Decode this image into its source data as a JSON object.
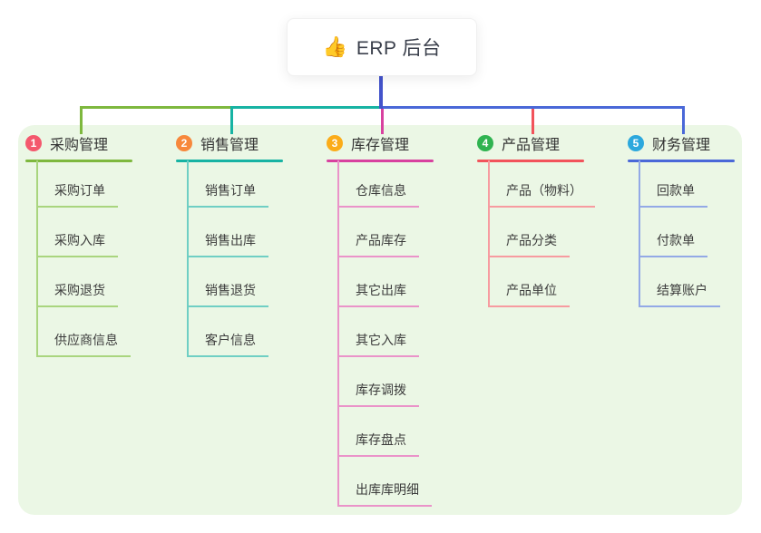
{
  "root": {
    "icon": "thumbs-up-icon",
    "icon_char": "👍",
    "label": "ERP 后台"
  },
  "colors": {
    "panel_bg": "#ebf7e5",
    "root_connector": "#4353cb",
    "header_text": "#333333",
    "child_text": "#3c3c3c"
  },
  "branches": [
    {
      "num": "1",
      "label": "采购管理",
      "badge_color": "#f4586d",
      "line_color": "#7eb83e",
      "child_line_color": "#a9d57e",
      "children": [
        "采购订单",
        "采购入库",
        "采购退货",
        "供应商信息"
      ]
    },
    {
      "num": "2",
      "label": "销售管理",
      "badge_color": "#f7883c",
      "line_color": "#17b3a3",
      "child_line_color": "#6fcfc4",
      "children": [
        "销售订单",
        "销售出库",
        "销售退货",
        "客户信息"
      ]
    },
    {
      "num": "3",
      "label": "库存管理",
      "badge_color": "#fbac19",
      "line_color": "#d8419f",
      "child_line_color": "#ea93c9",
      "children": [
        "仓库信息",
        "产品库存",
        "其它出库",
        "其它入库",
        "库存调拨",
        "库存盘点",
        "出库库明细"
      ]
    },
    {
      "num": "4",
      "label": "产品管理",
      "badge_color": "#2fb350",
      "line_color": "#f2535b",
      "child_line_color": "#f79ba0",
      "children": [
        "产品（物料）",
        "产品分类",
        "产品单位"
      ]
    },
    {
      "num": "5",
      "label": "财务管理",
      "badge_color": "#2ca8dd",
      "line_color": "#4a68d8",
      "child_line_color": "#93a9e6",
      "children": [
        "回款单",
        "付款单",
        "结算账户"
      ]
    }
  ]
}
